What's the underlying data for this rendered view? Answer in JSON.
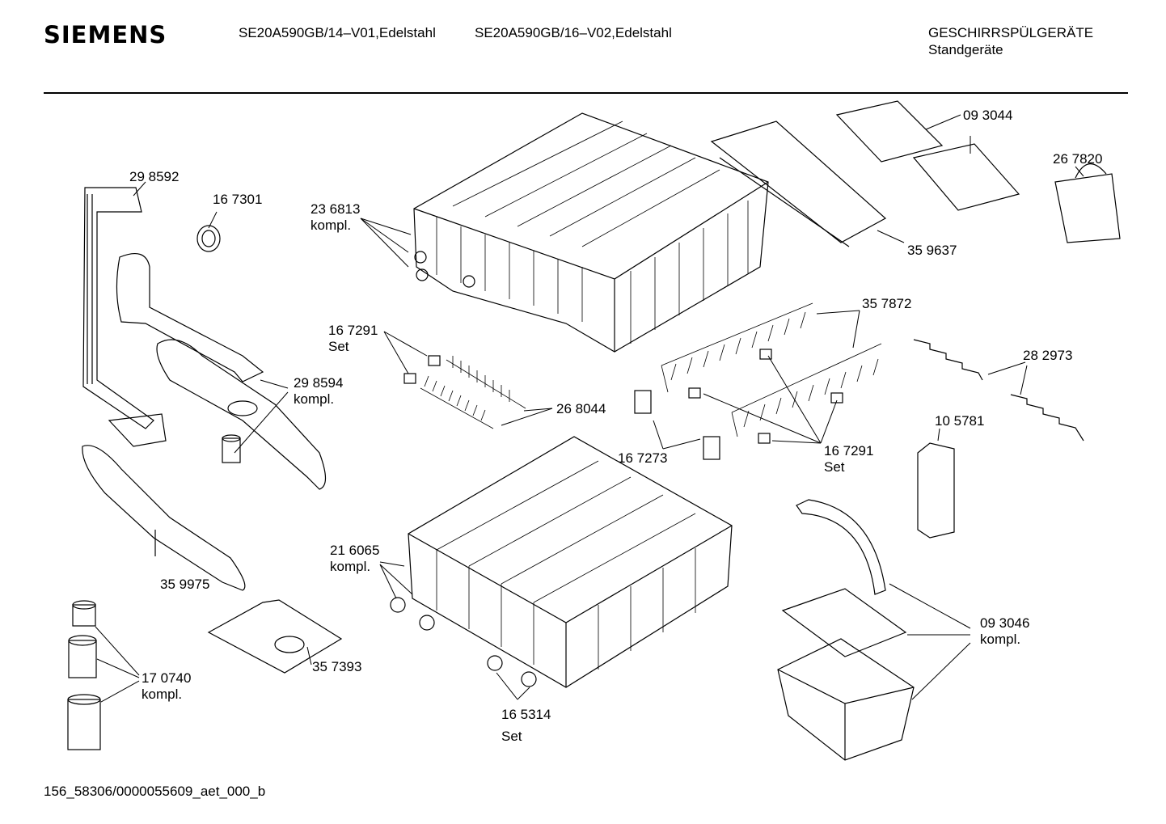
{
  "header": {
    "brand": "SIEMENS",
    "model_1": "SE20A590GB/14–V01,Edelstahl",
    "model_2": "SE20A590GB/16–V02,Edelstahl",
    "category": "GESCHIRRSPÜLGERÄTE",
    "subcategory": "Standgeräte"
  },
  "parts": {
    "p298592": "29 8592",
    "p167301": "16 7301",
    "p236813": "23 6813",
    "p236813_sub": "kompl.",
    "p093044": "09 3044",
    "p267820": "26 7820",
    "p359637": "35 9637",
    "p357872": "35 7872",
    "p167291a": "16 7291",
    "p167291a_sub": "Set",
    "p282973": "28 2973",
    "p298594": "29 8594",
    "p298594_sub": "kompl.",
    "p268044": "26 8044",
    "p105781": "10 5781",
    "p167273": "16 7273",
    "p167291b": "16 7291",
    "p167291b_sub": "Set",
    "p216065": "21 6065",
    "p216065_sub": "kompl.",
    "p359975": "35 9975",
    "p093046": "09 3046",
    "p093046_sub": "kompl.",
    "p170740": "17 0740",
    "p170740_sub": "kompl.",
    "p357393": "35 7393",
    "p165314": "16 5314",
    "p165314_sub": "Set"
  },
  "footer": {
    "code": "156_58306/0000055609_aet_000_b"
  }
}
